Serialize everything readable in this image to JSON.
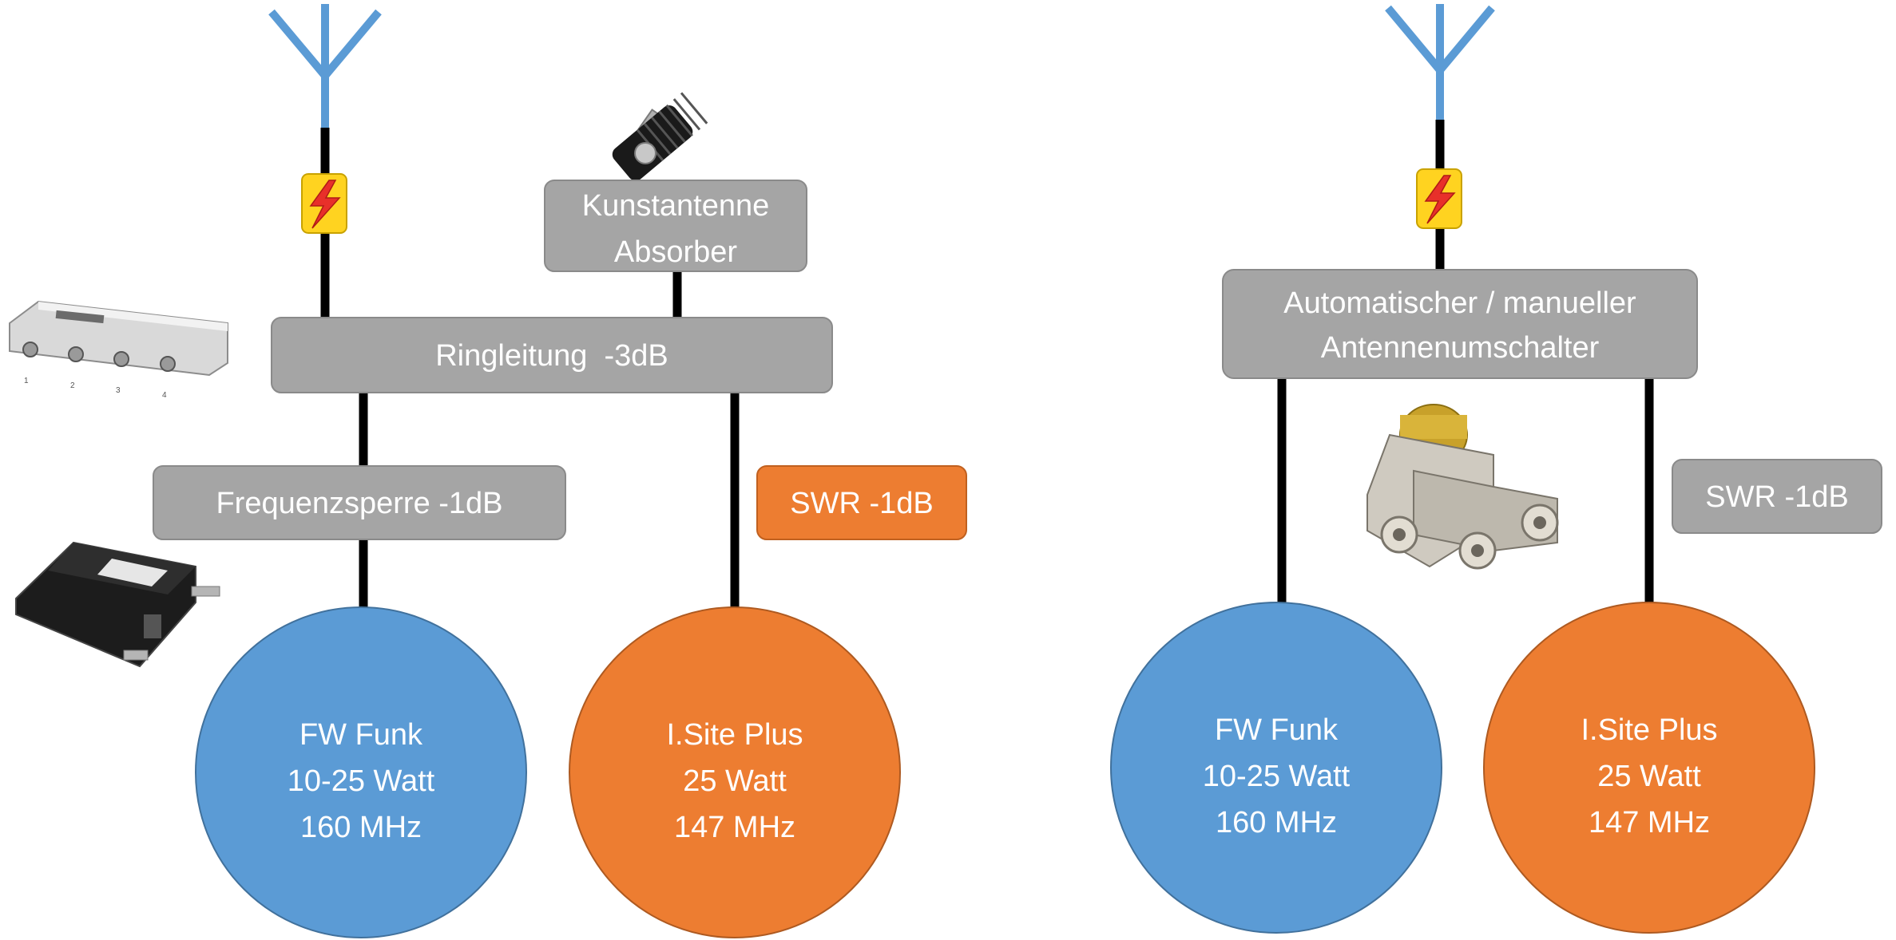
{
  "colors": {
    "antenna": "#5b9bd5",
    "cable": "#000000",
    "box_gray": "#a5a5a5",
    "box_gray_border": "#8a8a8a",
    "swr_orange": "#ed7d31",
    "swr_orange_border": "#c0601f",
    "circle_blue": "#5b9bd5",
    "circle_blue_border": "#41719c",
    "circle_orange": "#ed7d31",
    "circle_orange_border": "#ae5a21",
    "box_text": "#ffffff",
    "lightning_badge": "#ffd320",
    "lightning_bolt": "#e8302a"
  },
  "left": {
    "dummy_load": {
      "line1": "Kunstantenne",
      "line2": "Absorber"
    },
    "ring": {
      "label": "Ringleitung  -3dB"
    },
    "freq_block": {
      "label": "Frequenzsperre -1dB"
    },
    "swr": {
      "label": "SWR -1dB"
    },
    "radio_fw": {
      "line1": "FW Funk",
      "line2": "10-25 Watt",
      "line3": "160 MHz"
    },
    "radio_isite": {
      "line1": "I.Site Plus",
      "line2": "25 Watt",
      "line3": "147 MHz"
    }
  },
  "right": {
    "switch": {
      "line1": "Automatischer / manueller",
      "line2": "Antennenumschalter"
    },
    "swr": {
      "label": "SWR -1dB"
    },
    "radio_fw": {
      "line1": "FW Funk",
      "line2": "10-25 Watt",
      "line3": "160 MHz"
    },
    "radio_isite": {
      "line1": "I.Site Plus",
      "line2": "25 Watt",
      "line3": "147 MHz"
    }
  },
  "icons": [
    "antenna-icon",
    "lightning-arrester-icon",
    "dummy-load-photo",
    "ring-coupler-photo",
    "cavity-filter-photo",
    "coax-switch-photo"
  ]
}
